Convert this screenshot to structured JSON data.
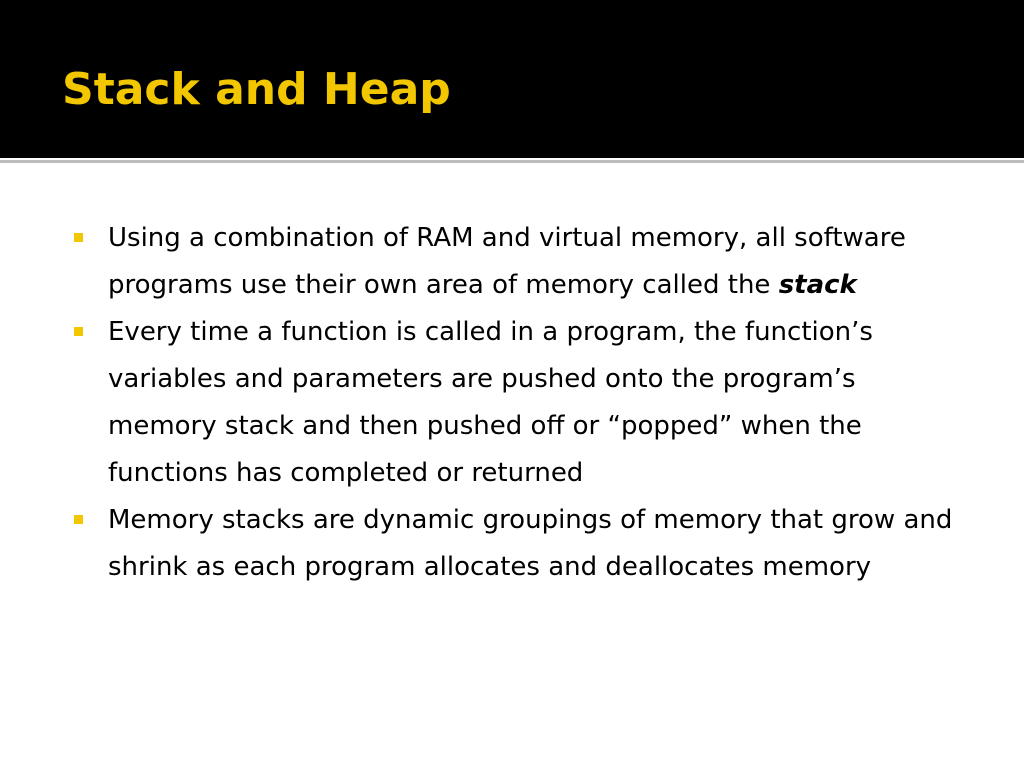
{
  "slide": {
    "title": "Stack and Heap",
    "bullets": [
      {
        "text": "Using a combination of RAM and virtual memory, all software programs use their own area of memory called the ",
        "emphasis": "stack"
      },
      {
        "text": "Every time a function is called in a program, the function’s variables and parameters are pushed onto the program’s memory stack and then pushed off or “popped” when the functions has completed or returned"
      },
      {
        "text": "Memory stacks are dynamic groupings of memory that grow and shrink as each program allocates and deallocates memory"
      }
    ]
  },
  "colors": {
    "background": "#000000",
    "title": "#f2c700",
    "content_background": "#ffffff",
    "bullet_marker": "#f2c700",
    "divider": "#bdbdbd"
  },
  "icons": {
    "bullet": "square-bullet-icon"
  }
}
